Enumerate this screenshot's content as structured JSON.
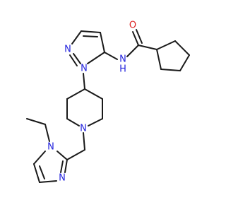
{
  "colors": {
    "bond": "#1a1a1a",
    "nitrogen": "#2222dd",
    "oxygen": "#dd2222",
    "background": "#ffffff"
  },
  "atoms": {
    "o_carbonyl": "O",
    "n_amide": "N",
    "h_amide": "H",
    "n_pyrazole_1": "N",
    "n_pyrazole_2": "N",
    "n_piperidine": "N",
    "n_imidazole_1": "N",
    "n_imidazole_3": "N"
  }
}
